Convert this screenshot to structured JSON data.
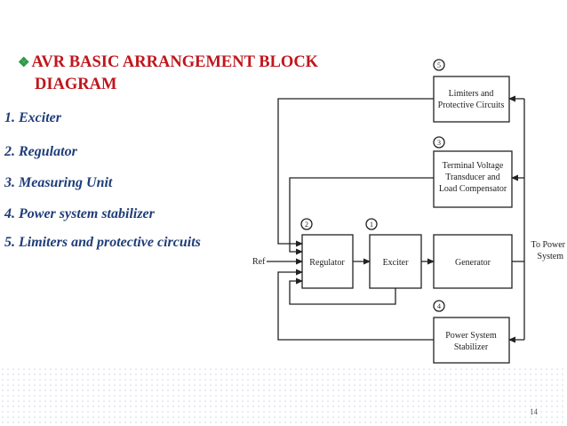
{
  "slide": {
    "title_line1": "AVR BASIC ARRANGEMENT BLOCK",
    "title_line2": "DIAGRAM",
    "bullet_icon": "diamond-bullet-icon",
    "page_number": "14"
  },
  "list": [
    "1.  Exciter",
    "2. Regulator",
    "3. Measuring Unit",
    "4. Power system stabilizer",
    "5.  Limiters  and  protective circuits"
  ],
  "diagram": {
    "blocks": {
      "limiters": {
        "line1": "Limiters and",
        "line2": "Protective Circuits",
        "number": "5"
      },
      "terminal": {
        "line1": "Terminal Voltage",
        "line2": "Transducer and",
        "line3": "Load Compensator",
        "number": "3"
      },
      "regulator": {
        "label": "Regulator",
        "number": "2"
      },
      "exciter": {
        "label": "Exciter",
        "number": "1"
      },
      "generator": {
        "label": "Generator"
      },
      "pss": {
        "line1": "Power System",
        "line2": "Stabilizer",
        "number": "4"
      }
    },
    "ref_label": "Ref",
    "output_line1": "To Power",
    "output_line2": "System"
  },
  "colors": {
    "title": "#c0161c",
    "list_text": "#1f3d78",
    "bullet": "#2a9a45"
  }
}
